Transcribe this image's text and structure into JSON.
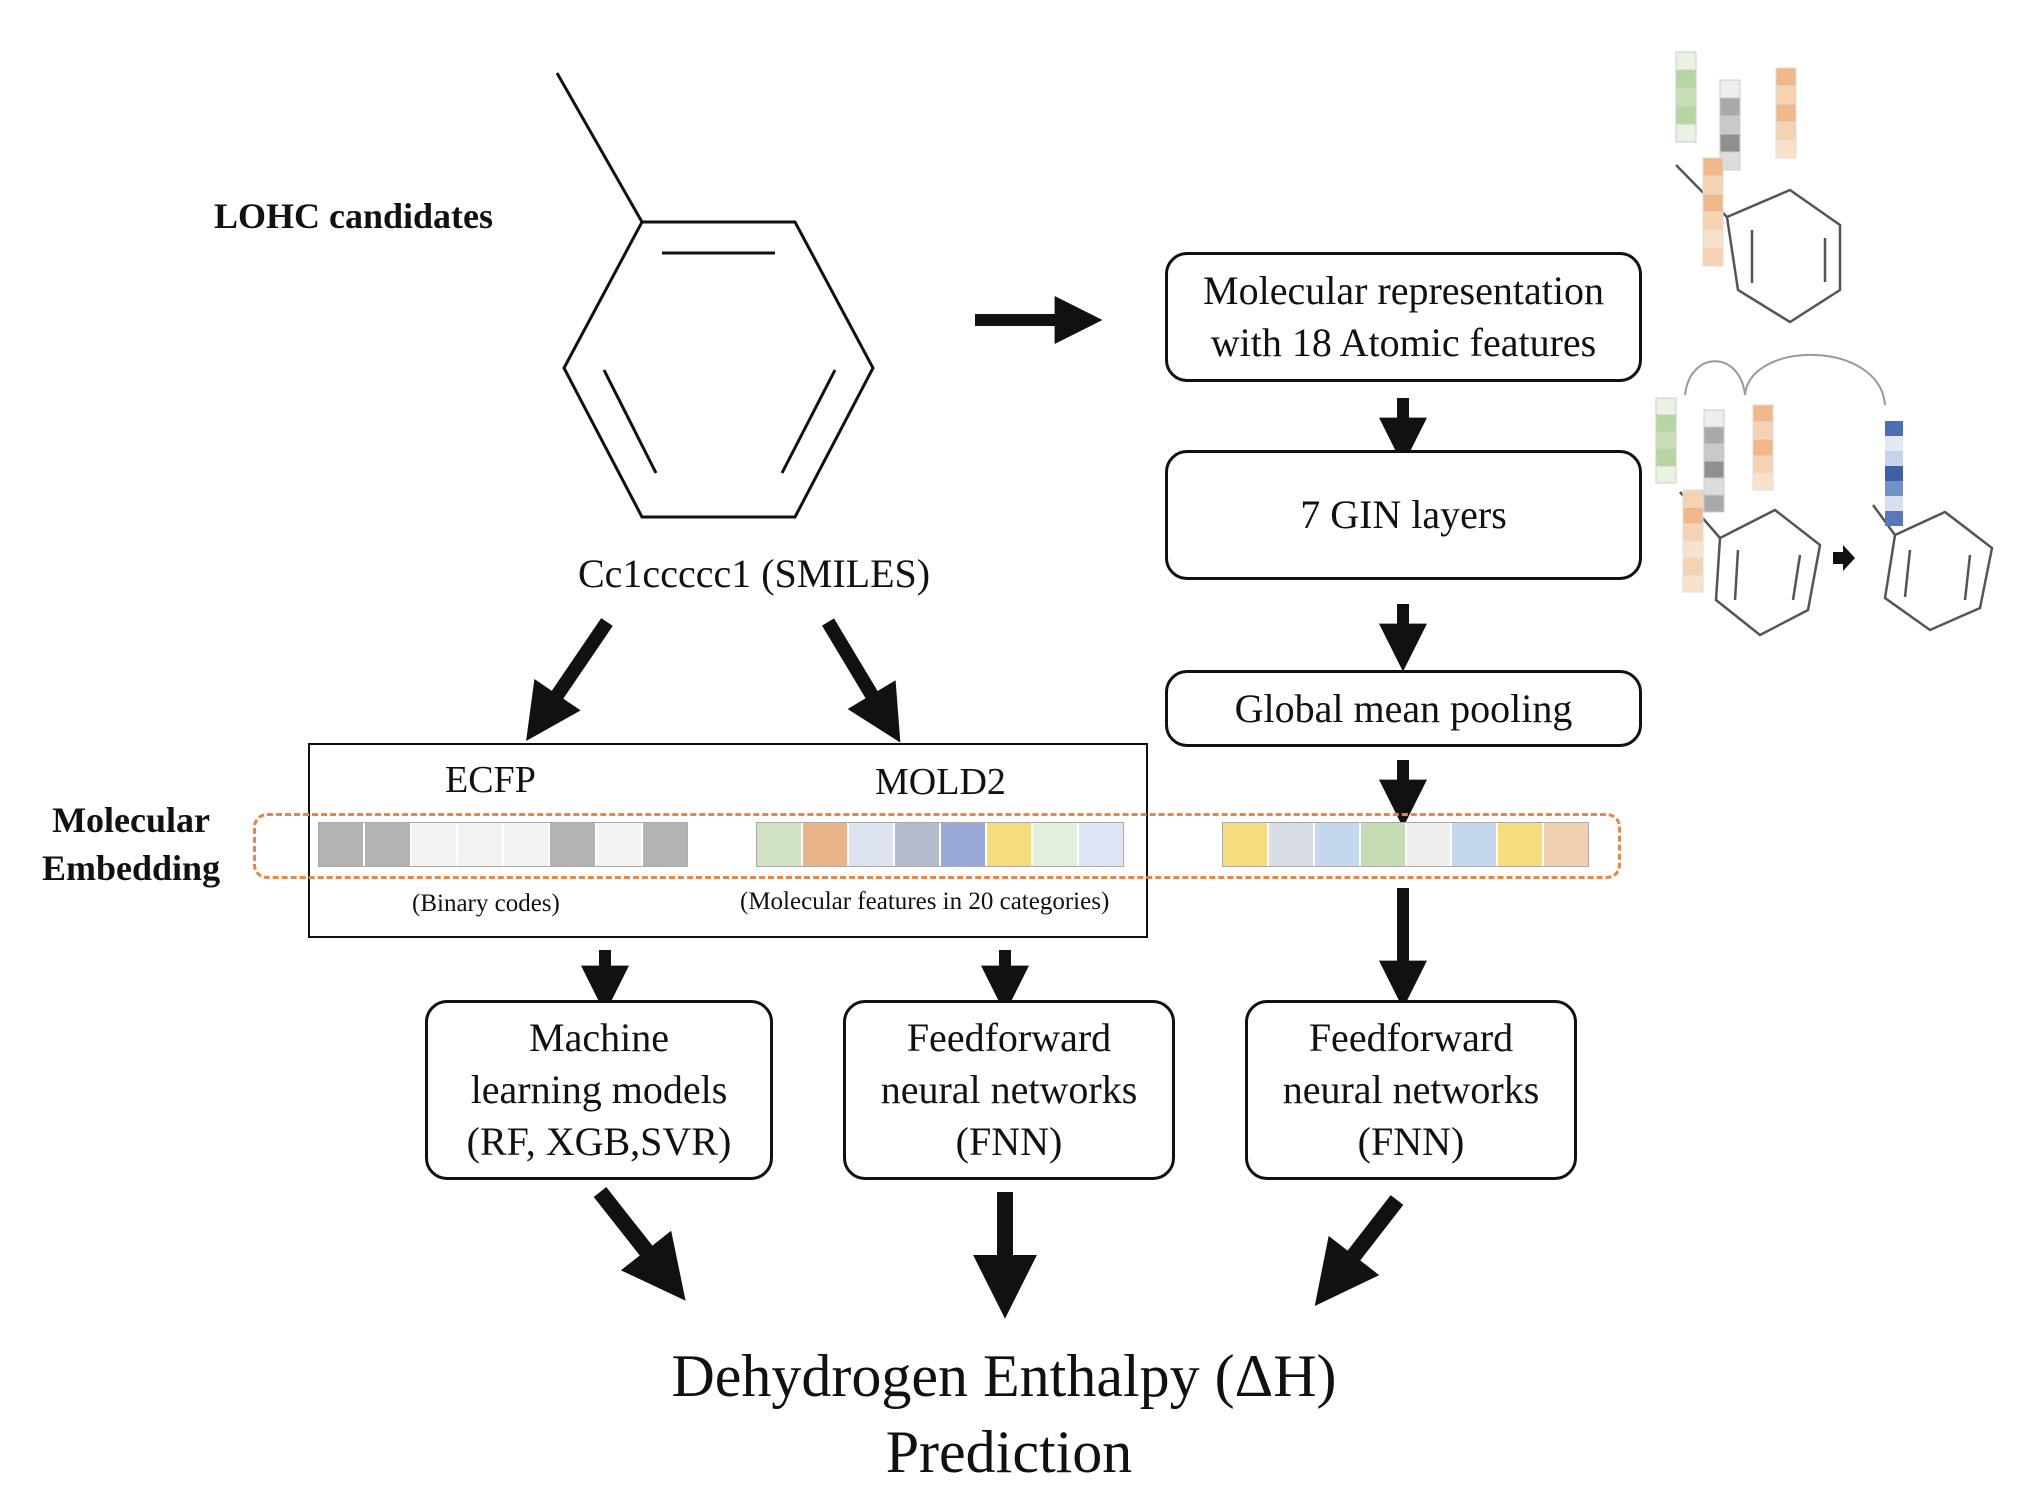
{
  "labels": {
    "lohc_candidates": "LOHC candidates",
    "smiles": "Cc1ccccc1 (SMILES)",
    "molecular_embedding_line1": "Molecular",
    "molecular_embedding_line2": "Embedding",
    "ecfp": "ECFP",
    "mold2": "MOLD2",
    "binary_codes": "(Binary codes)",
    "mold2_features": "(Molecular features in 20 categories)",
    "prediction_line1": "Dehydrogen Enthalpy (ΔH)",
    "prediction_line2": "Prediction"
  },
  "boxes": {
    "molecular_representation": [
      "Molecular representation",
      "with 18 Atomic features"
    ],
    "gin_layers": [
      "7 GIN layers"
    ],
    "global_mean_pooling": [
      "Global mean pooling"
    ],
    "ml_models": [
      "Machine",
      "learning models",
      "(RF, XGB,SVR)"
    ],
    "fnn_mold2": [
      "Feedforward",
      "neural networks",
      "(FNN)"
    ],
    "fnn_gin": [
      "Feedforward",
      "neural networks",
      "(FNN)"
    ]
  },
  "colors": {
    "ecfp_cells": [
      "#b3b3b3",
      "#b3b3b3",
      "#f2f2f2",
      "#f2f2f2",
      "#f2f2f2",
      "#b3b3b3",
      "#f2f2f2",
      "#b3b3b3"
    ],
    "mold2_cells": [
      "#d1e3c2",
      "#e9b588",
      "#dde3f1",
      "#b4bccb",
      "#97a8d9",
      "#f7dc7c",
      "#e4f0dc",
      "#dde4f3"
    ],
    "gin_cells": [
      "#f7dc7c",
      "#d9dde6",
      "#c4d7ee",
      "#c5dcb4",
      "#eeeeee",
      "#c4d7ee",
      "#f7dc7c",
      "#f1cfb0"
    ],
    "dashed_border": "#e8864a"
  }
}
